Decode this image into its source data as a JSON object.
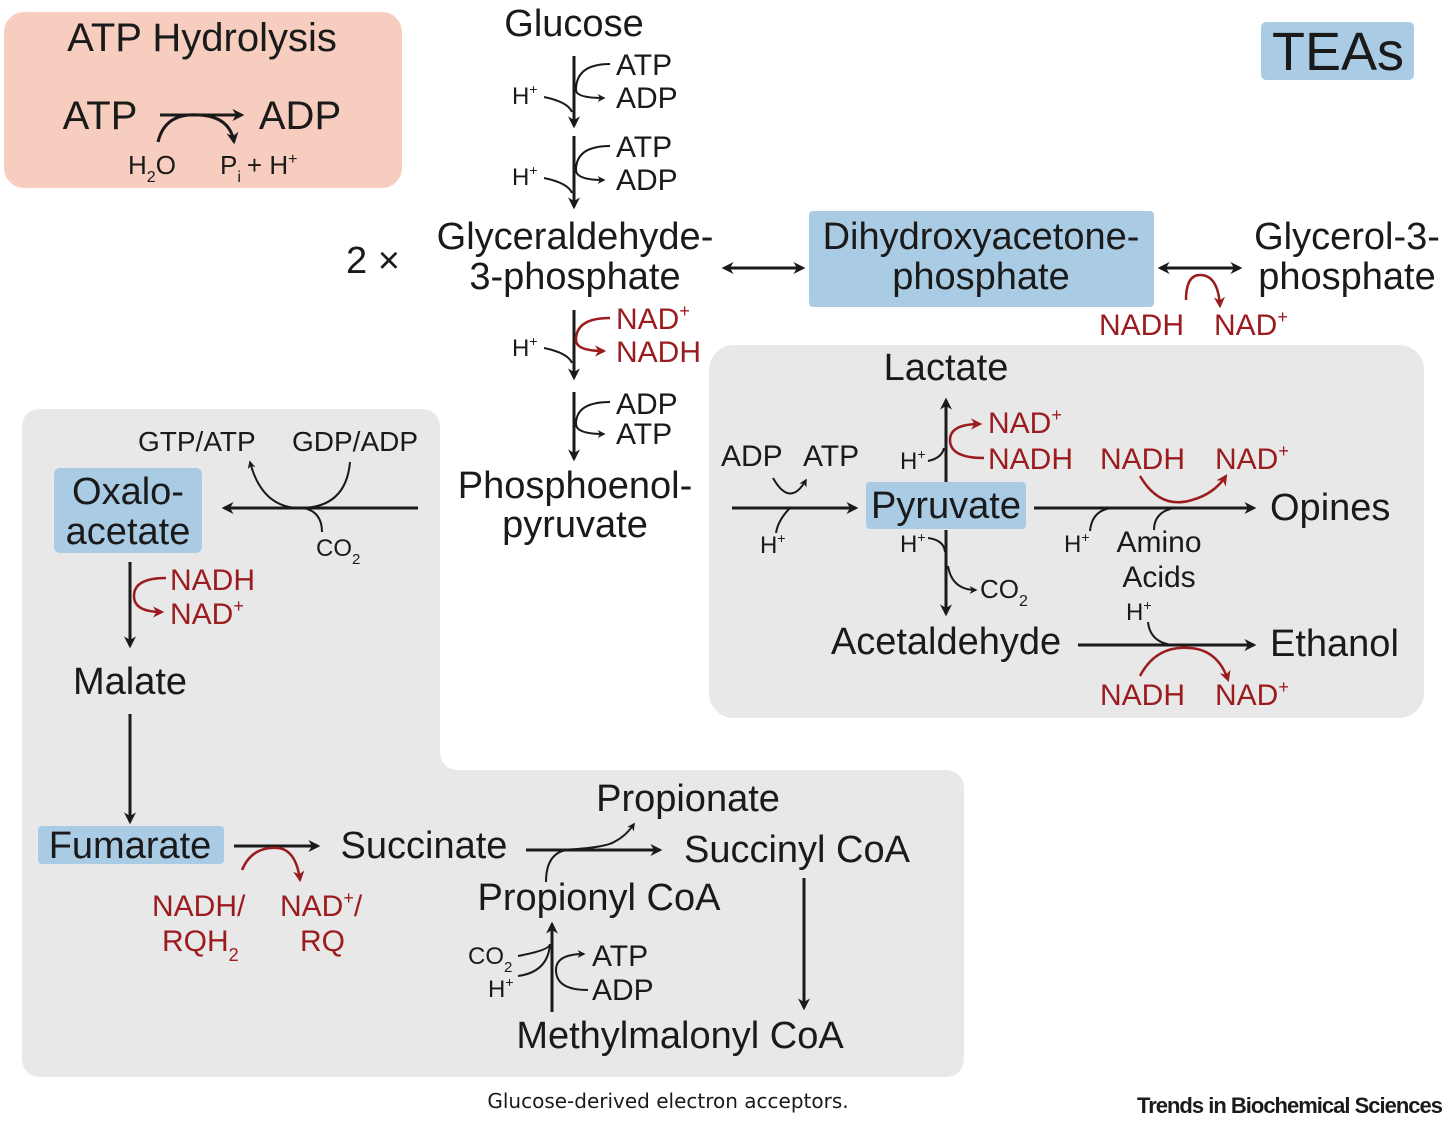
{
  "atp_box": {
    "title": "ATP Hydrolysis",
    "atp": "ATP",
    "adp": "ADP",
    "h2o_h": "H",
    "h2o_sub": "2",
    "h2o_o": "O",
    "pi_p": "P",
    "pi_sub": "i",
    "pi_rest": "+ H",
    "pi_sup": "+"
  },
  "teas_label": "TEAs",
  "glycolysis": {
    "glucose": "Glucose",
    "step1": {
      "top": "ATP",
      "bottom": "ADP",
      "h": "H",
      "h_sup": "+"
    },
    "step2": {
      "top": "ATP",
      "bottom": "ADP",
      "h": "H",
      "h_sup": "+"
    },
    "multiplier": "2 ×",
    "g3p_1": "Glyceraldehyde-",
    "g3p_2": "3-phosphate",
    "step3": {
      "top": "NAD",
      "top_sup": "+",
      "bottom": "NADH",
      "h": "H",
      "h_sup": "+"
    },
    "step4": {
      "top": "ADP",
      "bottom": "ATP"
    },
    "pep_1": "Phosphoenol-",
    "pep_2": "pyruvate"
  },
  "dhap": {
    "line1": "Dihydroxyacetone-",
    "line2": "phosphate"
  },
  "glycerol": {
    "line1": "Glycerol-3-",
    "line2": "phosphate",
    "nadh": "NADH",
    "nad": "NAD",
    "nad_sup": "+"
  },
  "right_panel": {
    "lactate": "Lactate",
    "lac_nad": "NAD",
    "lac_nad_sup": "+",
    "lac_nadh": "NADH",
    "lac_h": "H",
    "lac_h_sup": "+",
    "adp": "ADP",
    "atp": "ATP",
    "pk_h": "H",
    "pk_h_sup": "+",
    "pyruvate": "Pyruvate",
    "op_nadh": "NADH",
    "op_nad": "NAD",
    "op_nad_sup": "+",
    "op_h": "H",
    "op_h_sup": "+",
    "amino_1": "Amino",
    "amino_2": "Acids",
    "opines": "Opines",
    "dc_h": "H",
    "dc_h_sup": "+",
    "co2": "CO",
    "co2_sub": "2",
    "acetaldehyde": "Acetaldehyde",
    "et_h": "H",
    "et_h_sup": "+",
    "ethanol": "Ethanol",
    "et_nadh": "NADH",
    "et_nad": "NAD",
    "et_nad_sup": "+"
  },
  "left_panel": {
    "gtp_atp": "GTP/ATP",
    "gdp_adp": "GDP/ADP",
    "oxalo_1": "Oxalo-",
    "oxalo_2": "acetate",
    "co2": "CO",
    "co2_sub": "2",
    "nadh": "NADH",
    "nad": "NAD",
    "nad_sup": "+",
    "malate": "Malate",
    "fumarate": "Fumarate",
    "succinate": "Succinate",
    "fr_nadh": "NADH/",
    "fr_rqh": "RQH",
    "fr_rqh_sub": "2",
    "fr_nad": "NAD",
    "fr_nad_sup": "+",
    "fr_nad_slash": "/",
    "fr_rq": "RQ",
    "propionate": "Propionate",
    "succinyl_coa": "Succinyl CoA",
    "propionyl_coa": "Propionyl CoA",
    "mm_co2": "CO",
    "mm_co2_sub": "2",
    "mm_h": "H",
    "mm_h_sup": "+",
    "mm_atp": "ATP",
    "mm_adp": "ADP",
    "methylmalonyl_coa": "Methylmalonyl CoA"
  },
  "caption": "Glucose-derived electron acceptors.",
  "credit": "Trends in Biochemical Sciences",
  "colors": {
    "atp_box": "#f6cdbf",
    "highlight": "#a9cbe4",
    "panel": "#e8e8e8",
    "red": "#9b1c1f",
    "black": "#1a1a1a"
  }
}
